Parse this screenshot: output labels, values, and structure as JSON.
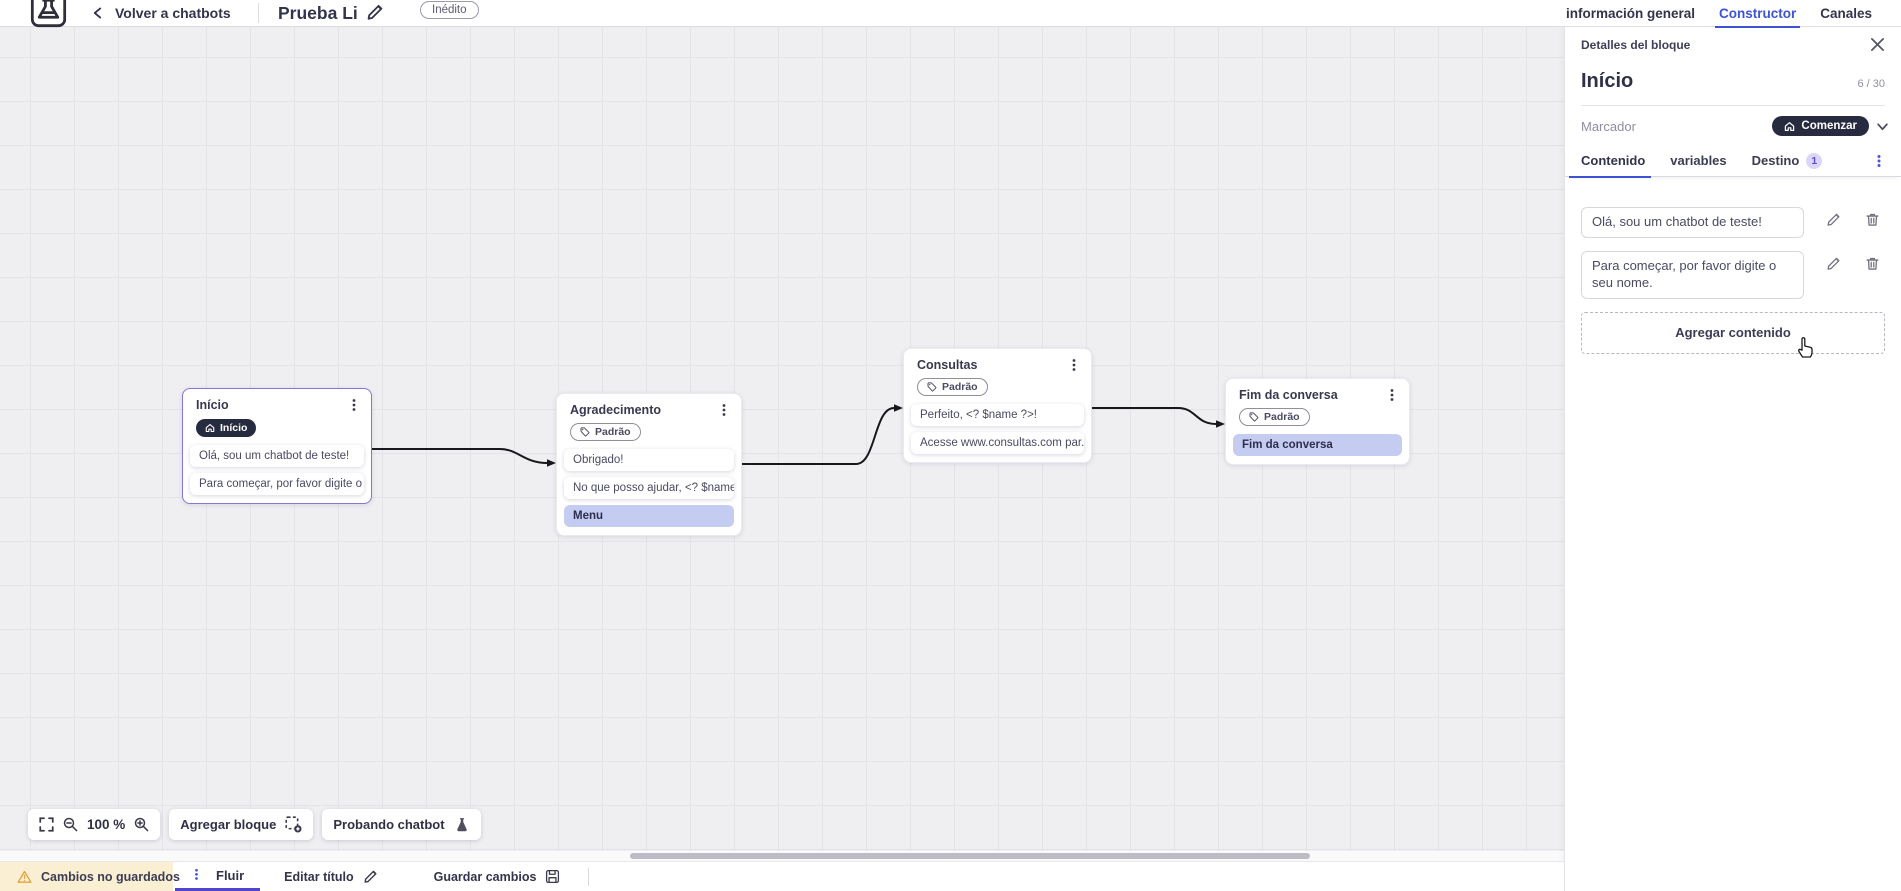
{
  "header": {
    "back_label": "Volver a chatbots",
    "title": "Prueba Li",
    "status_badge": "Inédito",
    "tabs": [
      {
        "label": "información general",
        "active": false
      },
      {
        "label": "Constructor",
        "active": true
      },
      {
        "label": "Canales",
        "active": false
      }
    ]
  },
  "panel": {
    "header_label": "Detalles del bloque",
    "block_title": "Início",
    "counter": "6 / 30",
    "marker_label": "Marcador",
    "marker_value": "Comenzar",
    "tabs": {
      "contenido": "Contenido",
      "variables": "variables",
      "destino": "Destino",
      "destino_badge": "1"
    },
    "contents": [
      "Olá, sou um chatbot de teste!",
      "Para começar, por favor digite o seu nome."
    ],
    "add_content_label": "Agregar contenido"
  },
  "canvas": {
    "zoom_level": "100 %",
    "add_block_label": "Agregar bloque",
    "test_chatbot_label": "Probando chatbot",
    "blocks": [
      {
        "title": "Início",
        "pill": "Início",
        "rows": [
          "Olá, sou um chatbot de teste!",
          "Para começar, por favor digite o ..."
        ]
      },
      {
        "title": "Agradecimento",
        "tag": "Padrão",
        "rows": [
          "Obrigado!",
          "No que posso ajudar, <? $name ...",
          "Menu"
        ]
      },
      {
        "title": "Consultas",
        "tag": "Padrão",
        "rows": [
          "Perfeito, <? $name ?>!",
          "Acesse www.consultas.com par..."
        ]
      },
      {
        "title": "Fim da conversa",
        "tag": "Padrão",
        "rows": [
          "Fim da conversa"
        ]
      }
    ]
  },
  "footer": {
    "unsaved_label": "Cambios no guardados",
    "flow_tab_label": "Fluir",
    "edit_title_label": "Editar título",
    "save_label": "Guardar cambios"
  },
  "colors": {
    "accent_blue": "#3D52D5",
    "accent_purple": "#5145CD",
    "selected_block_border": "#8377DB",
    "highlight_row_bg": "#C4CCF1",
    "dark_pill_bg": "#262B40",
    "unsaved_bg": "#FAEED3",
    "warning_icon": "#E2A33C",
    "canvas_bg": "#EFEEF1",
    "grid_line": "#E4E3E7"
  },
  "icons": {
    "logo": "flask-logo-icon",
    "back": "chevron-left-icon",
    "edit": "pencil-icon",
    "close": "close-icon",
    "marker": "house-icon",
    "tag": "tag-icon",
    "menu": "kebab-icon",
    "delete": "trash-icon",
    "fullscreen": "fullscreen-icon",
    "zoom_out": "zoom-out-icon",
    "zoom_in": "zoom-in-icon",
    "add_block": "add-block-icon",
    "test": "flask-icon",
    "warning": "warning-triangle-icon",
    "save": "save-icon",
    "cursor": "hand-cursor-icon"
  }
}
